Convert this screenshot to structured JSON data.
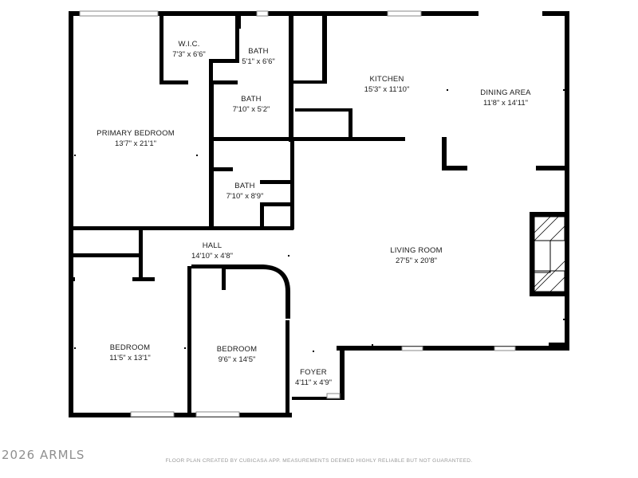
{
  "rooms": [
    {
      "name": "W.I.C.",
      "dims": "7'3\" x 6'6\""
    },
    {
      "name": "BATH",
      "dims": "5'1\" x 6'6\""
    },
    {
      "name": "KITCHEN",
      "dims": "15'3\" x 11'10\""
    },
    {
      "name": "DINING AREA",
      "dims": "11'8\" x 14'11\""
    },
    {
      "name": "BATH",
      "dims": "7'10\" x 5'2\""
    },
    {
      "name": "PRIMARY BEDROOM",
      "dims": "13'7\" x 21'1\""
    },
    {
      "name": "BATH",
      "dims": "7'10\" x 8'9\""
    },
    {
      "name": "HALL",
      "dims": "14'10\" x 4'8\""
    },
    {
      "name": "LIVING ROOM",
      "dims": "27'5\" x 20'8\""
    },
    {
      "name": "BEDROOM",
      "dims": "11'5\" x 13'1\""
    },
    {
      "name": "BEDROOM",
      "dims": "9'6\" x 14'5\""
    },
    {
      "name": "FOYER",
      "dims": "4'11\" x 4'9\""
    }
  ],
  "watermark": "2026 ARMLS",
  "disclaimer": "FLOOR PLAN CREATED BY CUBICASA APP. MEASUREMENTS DEEMED HIGHLY RELIABLE BUT NOT GUARANTEED.",
  "colors": {
    "wall": "#000000",
    "text": "#1a1a1a",
    "watermark": "#8f8f8f"
  }
}
